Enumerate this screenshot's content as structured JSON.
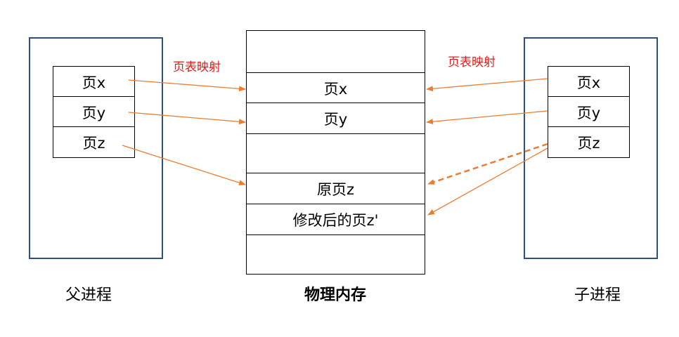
{
  "parent": {
    "title": "父进程",
    "pages": [
      "页x",
      "页y",
      "页z"
    ]
  },
  "child": {
    "title": "子进程",
    "pages": [
      "页x",
      "页y",
      "页z"
    ]
  },
  "memory": {
    "title": "物理内存",
    "slots": [
      "",
      "页x",
      "页y",
      "",
      "原页z",
      "修改后的页z'",
      ""
    ]
  },
  "mapping_label_left": "页表映射",
  "mapping_label_right": "页表映射",
  "colors": {
    "arrow": "#ed7d31",
    "process_border": "#2f4f7f",
    "mapping_label": "#e31b1b"
  }
}
